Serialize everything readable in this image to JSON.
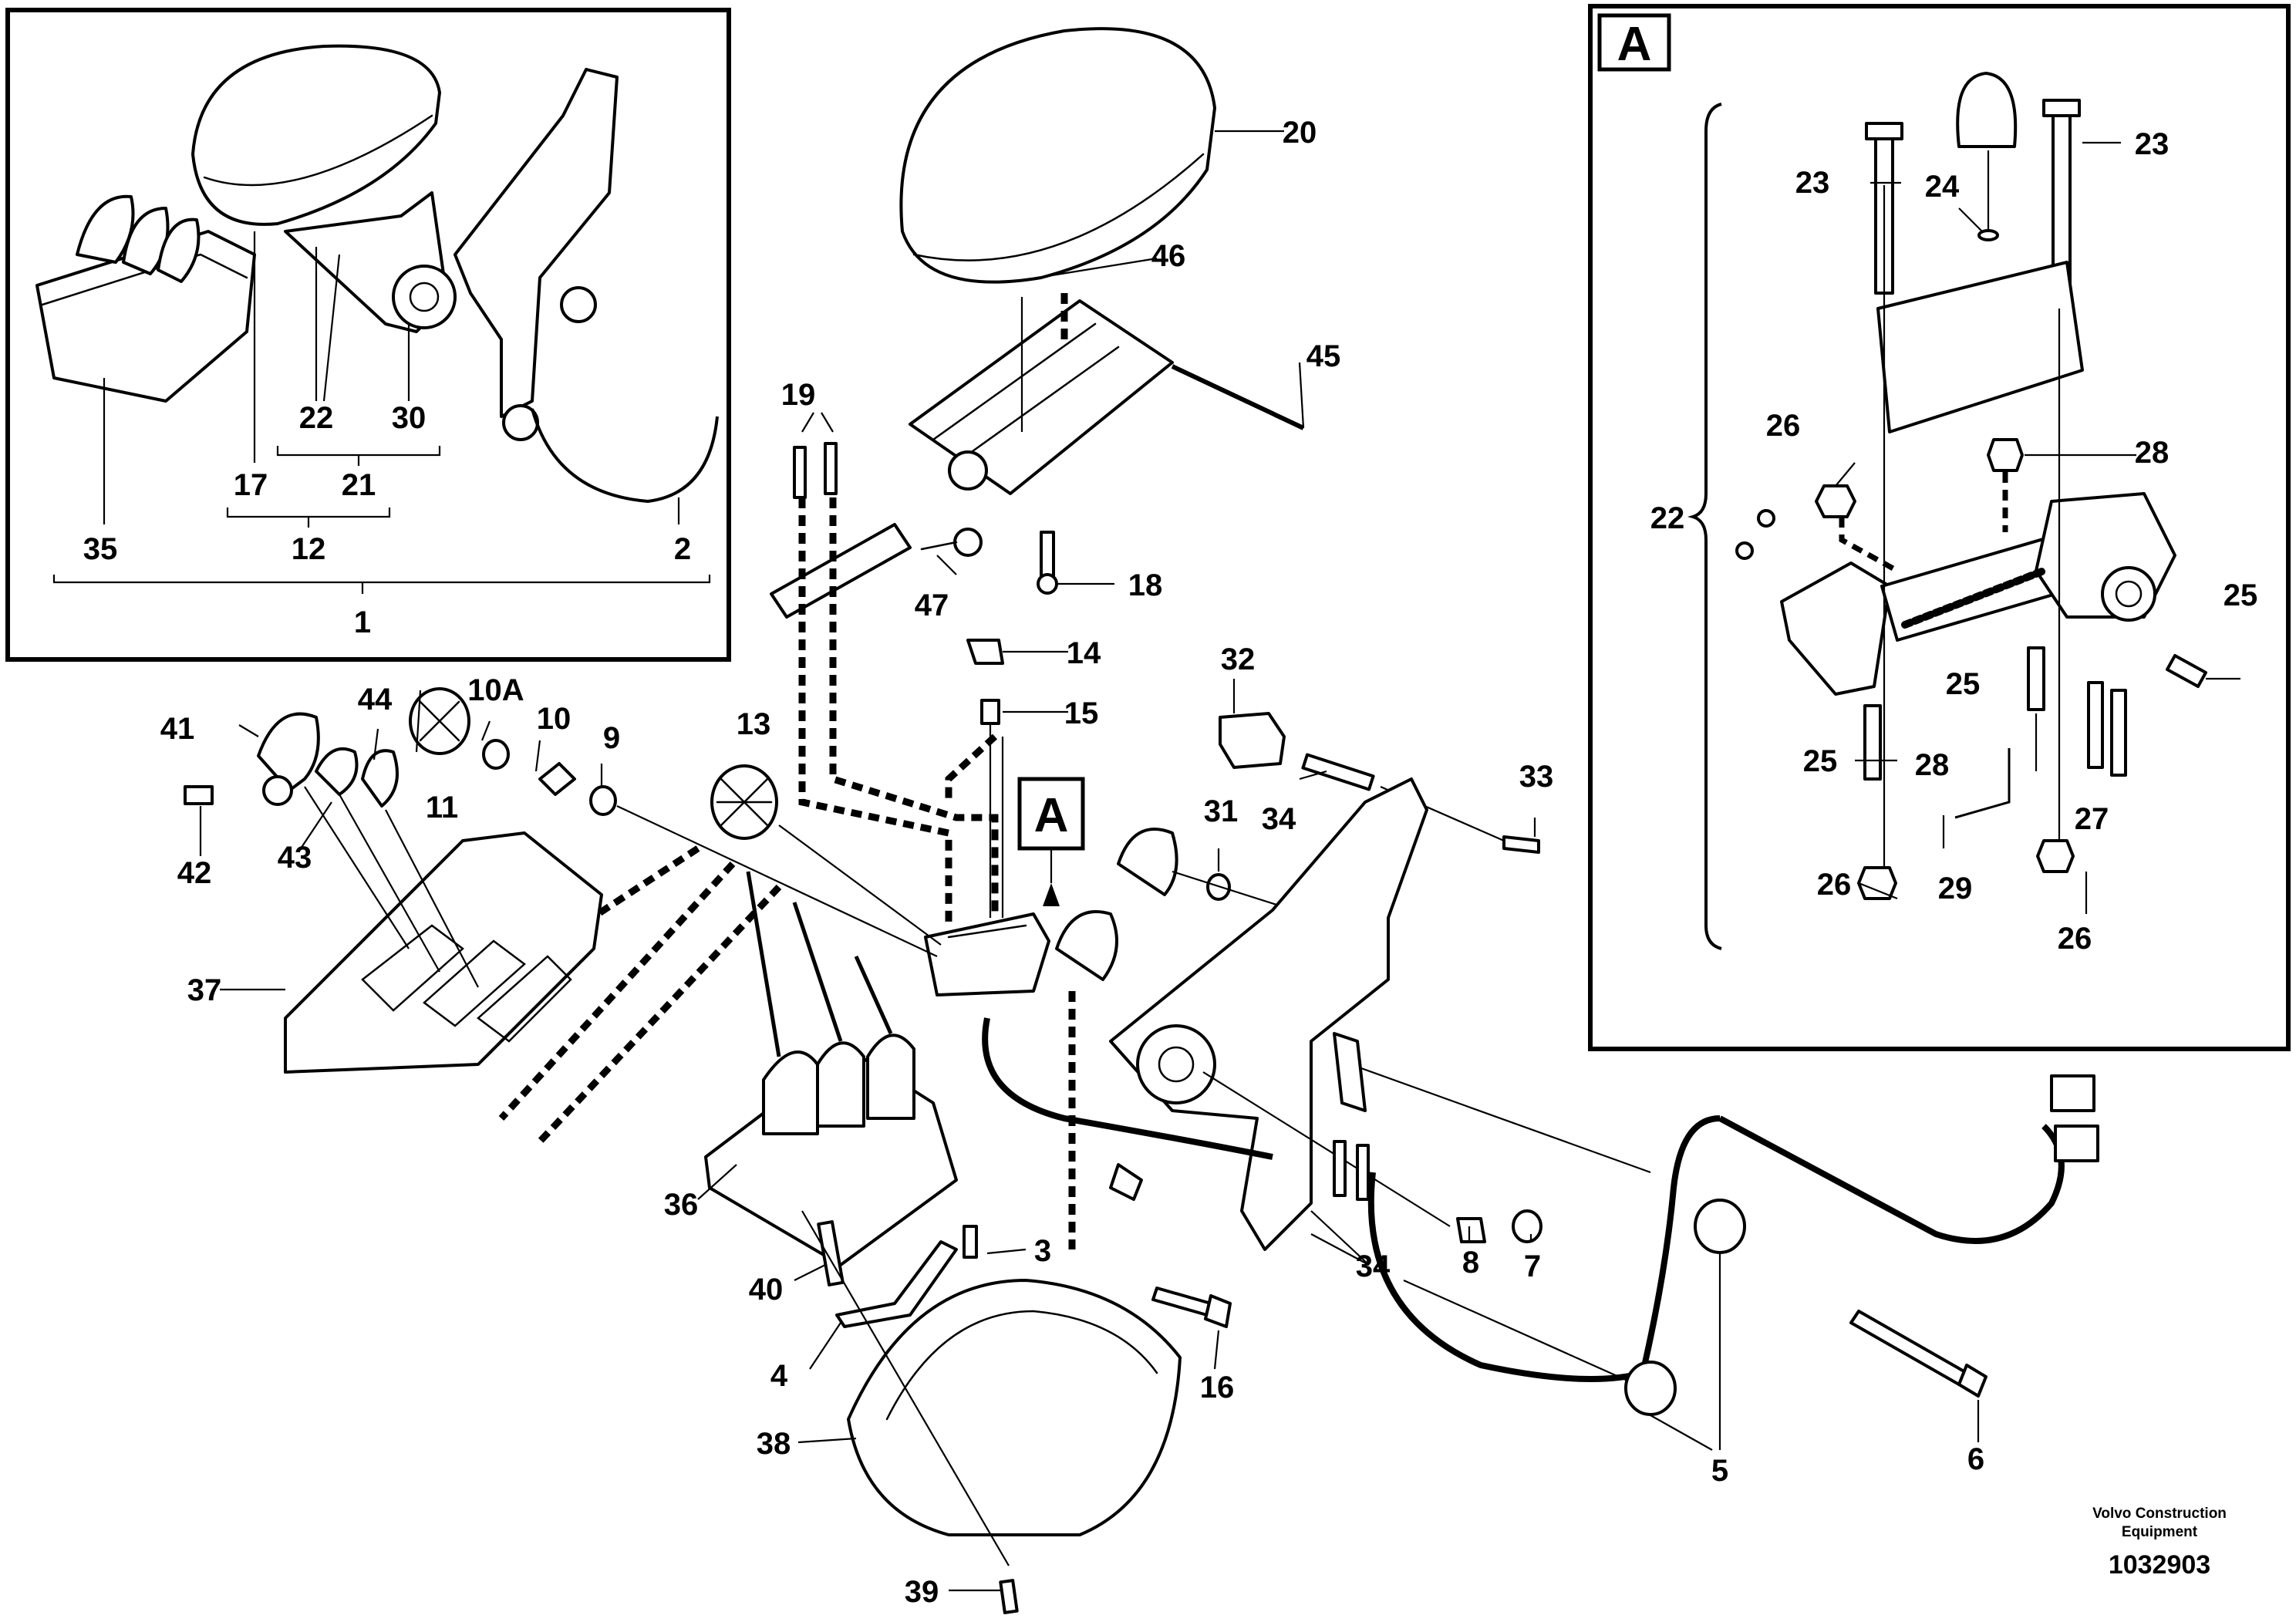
{
  "callouts": {
    "c1": "1",
    "c2": "2",
    "c3": "3",
    "c4": "4",
    "c5": "5",
    "c6": "6",
    "c7": "7",
    "c8": "8",
    "c9": "9",
    "c10": "10",
    "c10a": "10A",
    "c11": "11",
    "c12": "12",
    "c13": "13",
    "c14": "14",
    "c15": "15",
    "c16": "16",
    "c17": "17",
    "c18": "18",
    "c19": "19",
    "c20": "20",
    "c21": "21",
    "c22": "22",
    "c23": "23",
    "c24": "24",
    "c25": "25",
    "c26": "26",
    "c27": "27",
    "c28": "28",
    "c29": "29",
    "c30": "30",
    "c31": "31",
    "c32": "32",
    "c33": "33",
    "c34": "34",
    "c35": "35",
    "c36": "36",
    "c37": "37",
    "c38": "38",
    "c39": "39",
    "c40": "40",
    "c41": "41",
    "c42": "42",
    "c43": "43",
    "c44": "44",
    "c45": "45",
    "c46": "46",
    "c47": "47"
  },
  "detail_tag": "A",
  "footer": {
    "brand_line1": "Volvo Construction",
    "brand_line2": "Equipment",
    "drawing_number": "1032903"
  }
}
